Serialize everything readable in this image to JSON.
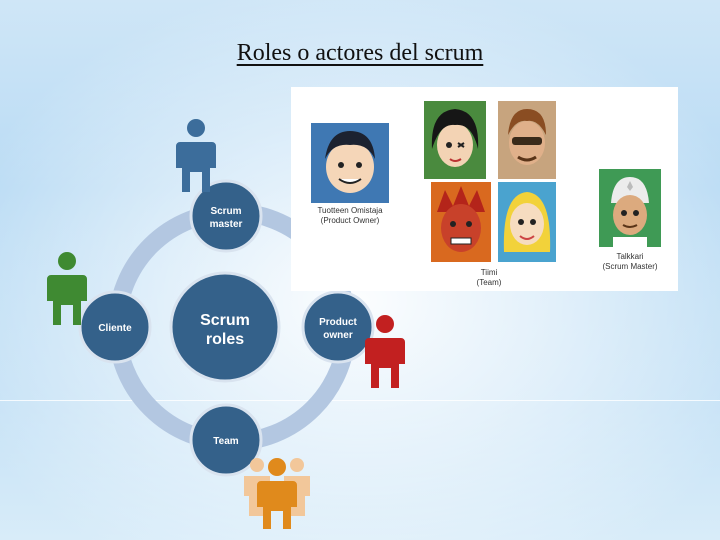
{
  "slide": {
    "title": "Roles o actores del scrum"
  },
  "diagram": {
    "center_line1": "Scrum",
    "center_line2": "roles",
    "scrum_master_line1": "Scrum",
    "scrum_master_line2": "master",
    "product_owner_line1": "Product",
    "product_owner_line2": "owner",
    "team": "Team",
    "cliente": "Cliente",
    "colors": {
      "node": "#34618a",
      "ring": "#b3c7e1",
      "person_blue": "#3c6d9b",
      "person_green": "#3f8a32",
      "person_red": "#c22020",
      "person_orange": "#e08a1c"
    }
  },
  "photo": {
    "product_owner_name": "Tuotteen Omistaja",
    "product_owner_role": "(Product Owner)",
    "team_name": "Tiimi",
    "team_role": "(Team)",
    "scrum_master_name": "Talkkari",
    "scrum_master_role": "(Scrum Master)"
  }
}
